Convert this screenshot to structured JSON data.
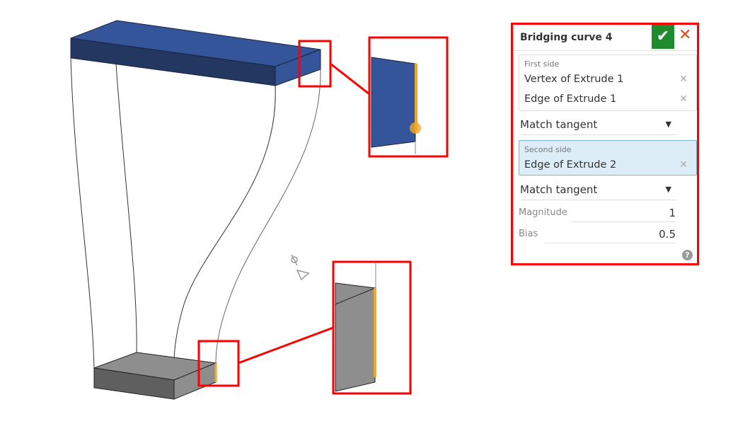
{
  "panel": {
    "title": "Bridging curve 4",
    "confirm_icon": "check-icon",
    "cancel_icon": "close-icon",
    "first_side": {
      "label": "First side",
      "items": [
        "Vertex of Extrude 1",
        "Edge of Extrude 1"
      ]
    },
    "first_match": "Match tangent",
    "second_side": {
      "label": "Second side",
      "items": [
        "Edge of Extrude 2"
      ]
    },
    "second_match": "Match tangent",
    "magnitude": {
      "label": "Magnitude",
      "value": "1"
    },
    "bias": {
      "label": "Bias",
      "value": "0.5"
    },
    "help": "?"
  },
  "colors": {
    "top_block": "#34559a",
    "bottom_block": "#8a8a8a",
    "highlight": "#f5a623",
    "callout": "#ff0000"
  }
}
